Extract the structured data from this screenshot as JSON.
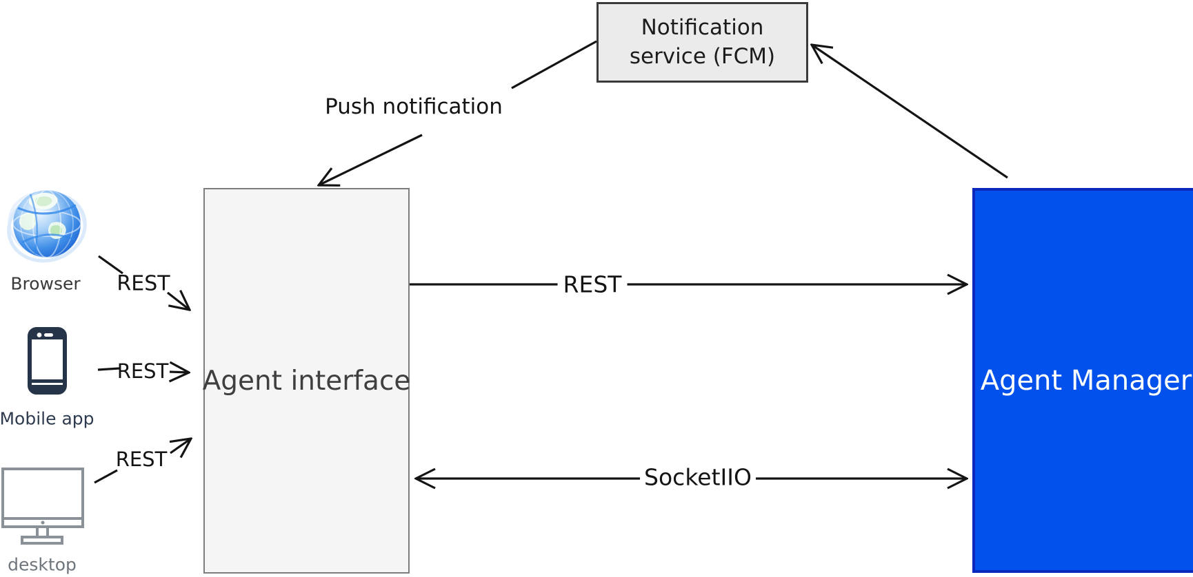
{
  "nodes": {
    "notification_service": {
      "label": "Notification service (FCM)"
    },
    "agent_interface": {
      "label": "Agent interface"
    },
    "agent_manager": {
      "label": "Agent Manager"
    }
  },
  "clients": [
    {
      "id": "browser",
      "label": "Browser",
      "icon": "globe-icon"
    },
    {
      "id": "mobile-app",
      "label": "Mobile app",
      "icon": "smartphone-icon"
    },
    {
      "id": "desktop",
      "label": "desktop",
      "icon": "monitor-icon"
    }
  ],
  "edges": {
    "push_notification": {
      "label": "Push notification"
    },
    "rest_main": {
      "label": "REST"
    },
    "socket": {
      "label": "SocketIIO"
    },
    "rest_browser": {
      "label": "REST"
    },
    "rest_mobile": {
      "label": "REST"
    },
    "rest_desktop": {
      "label": "REST"
    }
  },
  "colors": {
    "agent_manager_fill": "#0351ec",
    "agent_manager_border": "#0b28bd",
    "notification_fill": "#ebebeb",
    "notification_border": "#3a3a3a",
    "agent_interface_fill": "#f5f5f5",
    "agent_interface_border": "#7d7d7d",
    "arrow": "#141414",
    "globe_blue": "#3f8ee8",
    "phone_outline": "#263449",
    "monitor_outline": "#8a9199"
  }
}
